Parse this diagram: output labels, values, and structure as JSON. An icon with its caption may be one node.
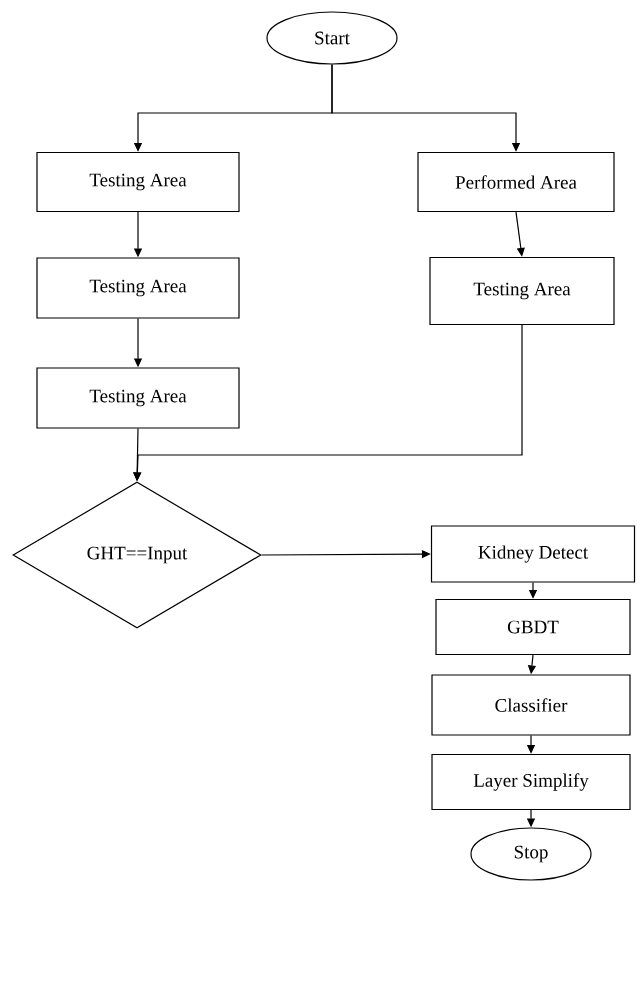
{
  "diagram": {
    "nodes": [
      {
        "text": [
          "Start"
        ]
      },
      {
        "text": [
          "Testing Area"
        ]
      },
      {
        "text": [
          "Performed Area"
        ]
      },
      {
        "text": [
          "Testing Area"
        ]
      },
      {
        "text": [
          "Testing Area"
        ]
      },
      {
        "text": [
          "Testing Area"
        ]
      },
      {
        "text": [
          "GHT==Input"
        ]
      },
      {
        "text": [
          "Kidney Detect"
        ]
      },
      {
        "text": [
          "GBDT"
        ]
      },
      {
        "text": [
          "Classifier"
        ]
      },
      {
        "text": [
          "Layer Simplify"
        ]
      },
      {
        "text": [
          "Stop"
        ]
      }
    ],
    "edges": [
      {
        "from": 0,
        "to": 1,
        "arrow": "to"
      },
      {
        "from": 0,
        "to": 2,
        "arrow": "to"
      },
      {
        "from": 1,
        "to": 3,
        "arrow": "to"
      },
      {
        "from": 3,
        "to": 5,
        "arrow": "to"
      },
      {
        "from": 2,
        "to": 4,
        "arrow": "to"
      },
      {
        "from": 5,
        "to": 6,
        "arrow": "to"
      },
      {
        "from": 4,
        "to": 6,
        "arrow": "to"
      },
      {
        "from": 6,
        "to": 7,
        "arrow": "to"
      },
      {
        "from": 7,
        "to": 8,
        "arrow": "to"
      },
      {
        "from": 8,
        "to": 9,
        "arrow": "to"
      },
      {
        "from": 9,
        "to": 10,
        "arrow": "to"
      },
      {
        "from": 10,
        "to": 11,
        "arrow": "to"
      }
    ]
  }
}
